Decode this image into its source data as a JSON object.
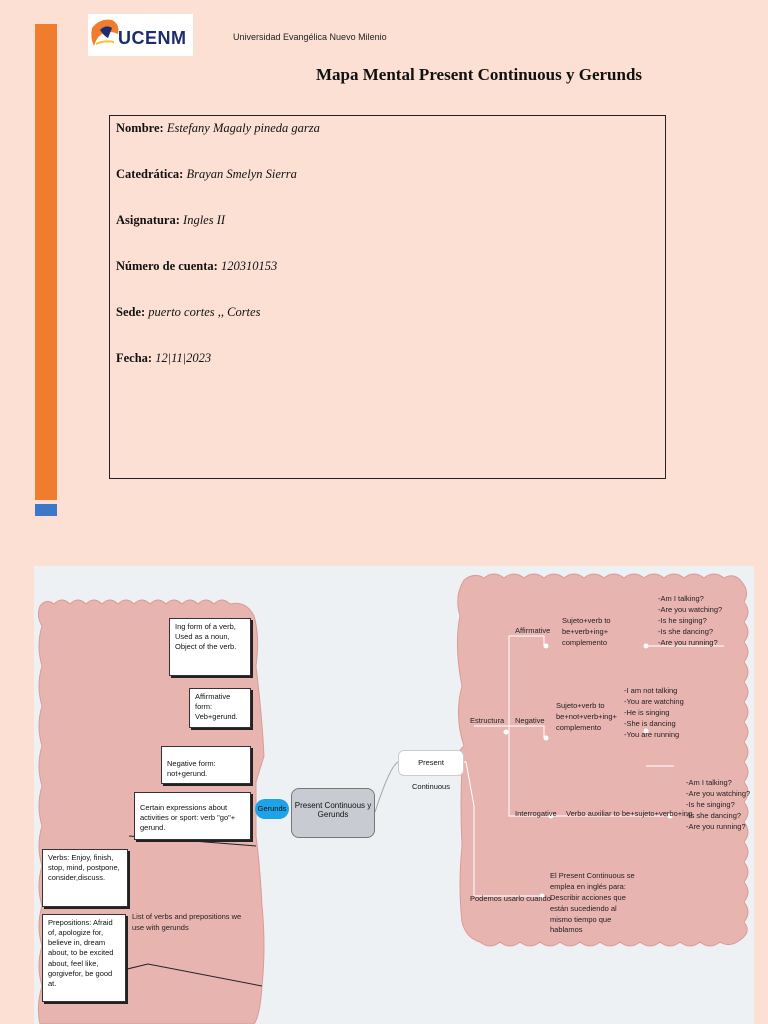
{
  "header": {
    "logo_text": "UCENM",
    "university": "Universidad Evangélica Nuevo Milenio",
    "title": "Mapa Mental Present Continuous y Gerunds"
  },
  "info": {
    "nombre_label": "Nombre:",
    "nombre": "Estefany Magaly pineda garza",
    "catedratica_label": "Catedrática:",
    "catedratica": "Brayan Smelyn Sierra",
    "asignatura_label": "Asignatura:",
    "asignatura": "Ingles II",
    "cuenta_label": "Número de cuenta:",
    "cuenta": "120310153",
    "sede_label": "Sede:",
    "sede": "puerto cortes ,, Cortes",
    "fecha_label": "Fecha:",
    "fecha": "12|11|2023"
  },
  "mindmap": {
    "center": "Present Continuous y Gerunds",
    "gerunds": {
      "label": "Gerunds",
      "definition": "Ing form of a verb, Used as a noun, Object of the verb.",
      "affirmative": "Affirmative form: Veb+gerund.",
      "negative": "Negative form: not+gerund.",
      "expressions": "Certain expressions about activities or sport: verb \"go\"+ gerund.",
      "list_title": "List of verbs and prepositions we use with gerunds",
      "verbs": "Verbs: Enjoy, finish, stop, mind, postpone, consider,discuss.",
      "prepositions": "Prepositions: Afraid of, apologize for, believe in, dream about, to be excited about, feel like, gorgivefor, be good at."
    },
    "present_continuous": {
      "label": "Present Continuous",
      "estructura": "Estructura",
      "usage_label": "Podemos usarlo cuando",
      "usage_text": "El Present Continuous se emplea en inglés para: Describir acciones que están sucediendo al mismo tiempo que hablamos",
      "affirmative": {
        "label": "Affirmative",
        "formula": "Sujeto+verb to be+verb+ing+ complemento",
        "examples": [
          "-Am I talking?",
          "-Are you watching?",
          "-Is he singing?",
          "-Is she dancing?",
          "-Are you running?"
        ]
      },
      "negative": {
        "label": "Negative",
        "formula": "Sujeto+verb to be+not+verb+ing+ complemento",
        "examples": [
          "-I am not talking",
          "-You are watching",
          "-He is singing",
          "-She is dancing",
          "-You are running"
        ]
      },
      "interrogative": {
        "label": "Interrogative",
        "formula": "Verbo auxiliar to be+sujeto+verbo+ing",
        "examples": [
          "-Am I talking?",
          "-Are you watching?",
          "-Is he singing?",
          "-Is she dancing?",
          "-Are you running?"
        ]
      }
    }
  }
}
